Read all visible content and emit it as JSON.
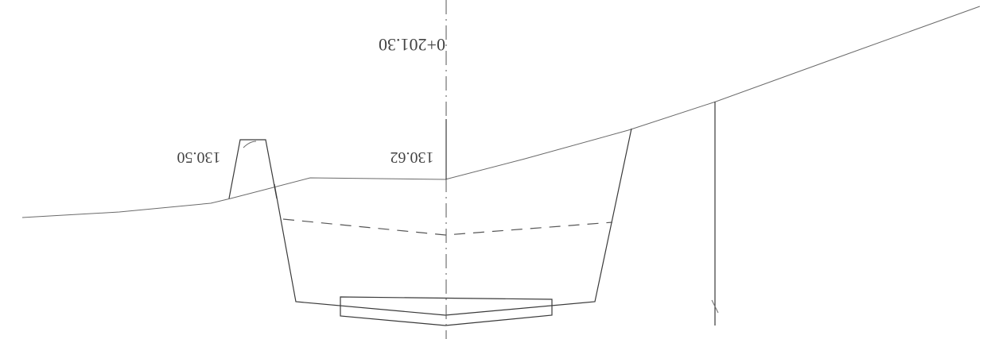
{
  "section": {
    "chainage": "0+201.30",
    "elevation_center": "130.62",
    "elevation_left": "130.50"
  },
  "orientation": "rotated 180 degrees (image is upside-down)"
}
